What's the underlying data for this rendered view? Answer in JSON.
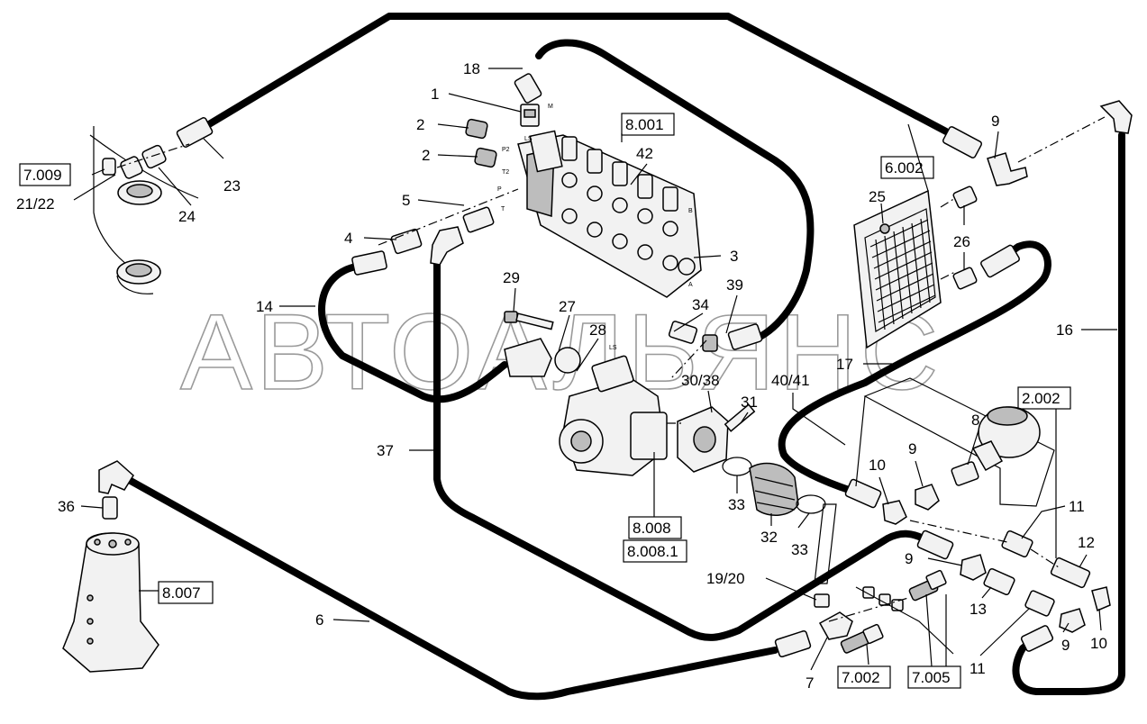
{
  "watermark": "АВТОАЛЬЯНС",
  "callouts": [
    {
      "id": "l18",
      "text": "18"
    },
    {
      "id": "l1",
      "text": "1"
    },
    {
      "id": "l2a",
      "text": "2"
    },
    {
      "id": "l2b",
      "text": "2"
    },
    {
      "id": "l5",
      "text": "5"
    },
    {
      "id": "l4",
      "text": "4"
    },
    {
      "id": "l14",
      "text": "14"
    },
    {
      "id": "l23",
      "text": "23"
    },
    {
      "id": "l24",
      "text": "24"
    },
    {
      "id": "l2122",
      "text": "21/22"
    },
    {
      "id": "l42",
      "text": "42"
    },
    {
      "id": "l3",
      "text": "3"
    },
    {
      "id": "l29",
      "text": "29"
    },
    {
      "id": "l27",
      "text": "27"
    },
    {
      "id": "l28",
      "text": "28"
    },
    {
      "id": "l34",
      "text": "34"
    },
    {
      "id": "l39",
      "text": "39"
    },
    {
      "id": "l3038",
      "text": "30/38"
    },
    {
      "id": "l4041",
      "text": "40/41"
    },
    {
      "id": "l31",
      "text": "31"
    },
    {
      "id": "l37",
      "text": "37"
    },
    {
      "id": "l33a",
      "text": "33"
    },
    {
      "id": "l32",
      "text": "32"
    },
    {
      "id": "l33b",
      "text": "33"
    },
    {
      "id": "l36",
      "text": "36"
    },
    {
      "id": "l6",
      "text": "6"
    },
    {
      "id": "l1920",
      "text": "19/20"
    },
    {
      "id": "l7",
      "text": "7"
    },
    {
      "id": "l9a",
      "text": "9"
    },
    {
      "id": "l25",
      "text": "25"
    },
    {
      "id": "l26",
      "text": "26"
    },
    {
      "id": "l16",
      "text": "16"
    },
    {
      "id": "l17",
      "text": "17"
    },
    {
      "id": "l8",
      "text": "8"
    },
    {
      "id": "l9b",
      "text": "9"
    },
    {
      "id": "l10a",
      "text": "10"
    },
    {
      "id": "l11a",
      "text": "11"
    },
    {
      "id": "l12",
      "text": "12"
    },
    {
      "id": "l9c",
      "text": "9"
    },
    {
      "id": "l13",
      "text": "13"
    },
    {
      "id": "l11b",
      "text": "11"
    },
    {
      "id": "l9d",
      "text": "9"
    },
    {
      "id": "l10b",
      "text": "10"
    }
  ],
  "references": [
    {
      "id": "r7009",
      "text": "7.009"
    },
    {
      "id": "r8001",
      "text": "8.001"
    },
    {
      "id": "r6002",
      "text": "6.002"
    },
    {
      "id": "r2002",
      "text": "2.002"
    },
    {
      "id": "r8008",
      "text": "8.008"
    },
    {
      "id": "r80081",
      "text": "8.008.1"
    },
    {
      "id": "r8007",
      "text": "8.007"
    },
    {
      "id": "r7002",
      "text": "7.002"
    },
    {
      "id": "r7005",
      "text": "7.005"
    }
  ],
  "port_marks": [
    "M",
    "LS",
    "P2",
    "T2",
    "P",
    "T",
    "B",
    "A",
    "LS"
  ]
}
